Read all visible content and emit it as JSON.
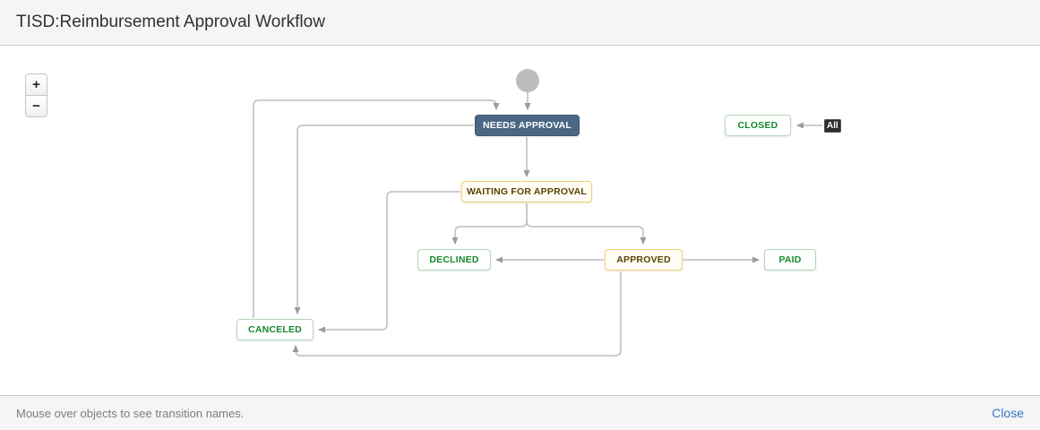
{
  "header": {
    "title": "TISD:Reimbursement Approval Workflow"
  },
  "zoom": {
    "in": "+",
    "out": "−"
  },
  "nodes": {
    "needs_approval": "NEEDS APPROVAL",
    "closed": "CLOSED",
    "all": "All",
    "waiting_for_approval": "WAITING FOR APPROVAL",
    "declined": "DECLINED",
    "approved": "APPROVED",
    "paid": "PAID",
    "canceled": "CANCELED"
  },
  "edges": [
    {
      "from": "start",
      "to": "NEEDS APPROVAL"
    },
    {
      "from": "NEEDS APPROVAL",
      "to": "WAITING FOR APPROVAL"
    },
    {
      "from": "WAITING FOR APPROVAL",
      "to": "DECLINED"
    },
    {
      "from": "WAITING FOR APPROVAL",
      "to": "APPROVED"
    },
    {
      "from": "APPROVED",
      "to": "DECLINED"
    },
    {
      "from": "APPROVED",
      "to": "PAID"
    },
    {
      "from": "NEEDS APPROVAL",
      "to": "CANCELED"
    },
    {
      "from": "CANCELED",
      "to": "NEEDS APPROVAL"
    },
    {
      "from": "WAITING FOR APPROVAL",
      "to": "CANCELED"
    },
    {
      "from": "APPROVED",
      "to": "CANCELED"
    },
    {
      "from": "All",
      "to": "CLOSED"
    }
  ],
  "colors": {
    "status_blue_bg": "#4a6785",
    "status_yellow_border": "#f3cf6f",
    "status_yellow_text": "#594300",
    "status_green_border": "#b7d6b7",
    "status_green_text": "#14892c",
    "edge_line": "#c6c6c6",
    "edge_arrow": "#9b9b9b",
    "start_node": "#bcbcbc",
    "link_blue": "#3b79c6"
  },
  "footer": {
    "hint": "Mouse over objects to see transition names.",
    "close": "Close"
  }
}
